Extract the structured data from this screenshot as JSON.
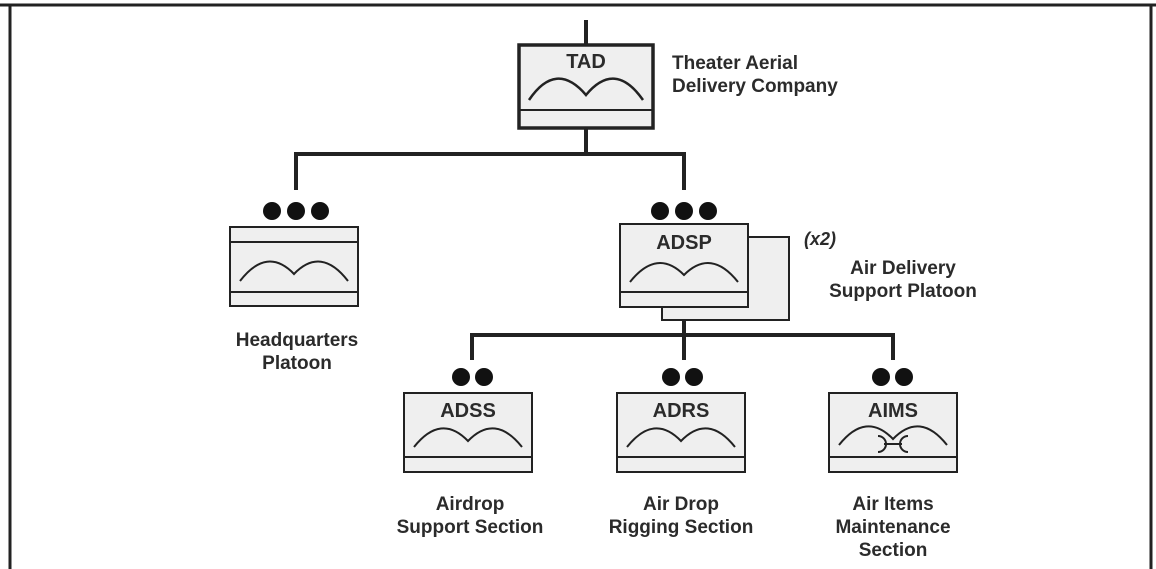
{
  "colors": {
    "line": "#222222",
    "box_fill": "#efefef",
    "text": "#2b2b2b"
  },
  "units": {
    "tad": {
      "abbr": "TAD",
      "name_lines": [
        "Theater Aerial",
        "Delivery Company"
      ],
      "symbol": "aerial-delivery-icon"
    },
    "hq": {
      "abbr": "",
      "name_lines": [
        "Headquarters",
        "Platoon"
      ],
      "size_dots": 3,
      "symbol": "aerial-delivery-icon"
    },
    "adsp": {
      "abbr": "ADSP",
      "multiplier": "(x2)",
      "name_lines": [
        "Air Delivery",
        "Support Platoon"
      ],
      "size_dots": 3,
      "symbol": "aerial-delivery-icon"
    },
    "adss": {
      "abbr": "ADSS",
      "name_lines": [
        "Airdrop",
        "Support Section"
      ],
      "size_dots": 2,
      "symbol": "aerial-delivery-icon"
    },
    "adrs": {
      "abbr": "ADRS",
      "name_lines": [
        "Air Drop",
        "Rigging Section"
      ],
      "size_dots": 2,
      "symbol": "aerial-delivery-icon"
    },
    "aims": {
      "abbr": "AIMS",
      "name_lines": [
        "Air Items",
        "Maintenance",
        "Section"
      ],
      "size_dots": 2,
      "symbol": "maintenance-icon"
    }
  }
}
